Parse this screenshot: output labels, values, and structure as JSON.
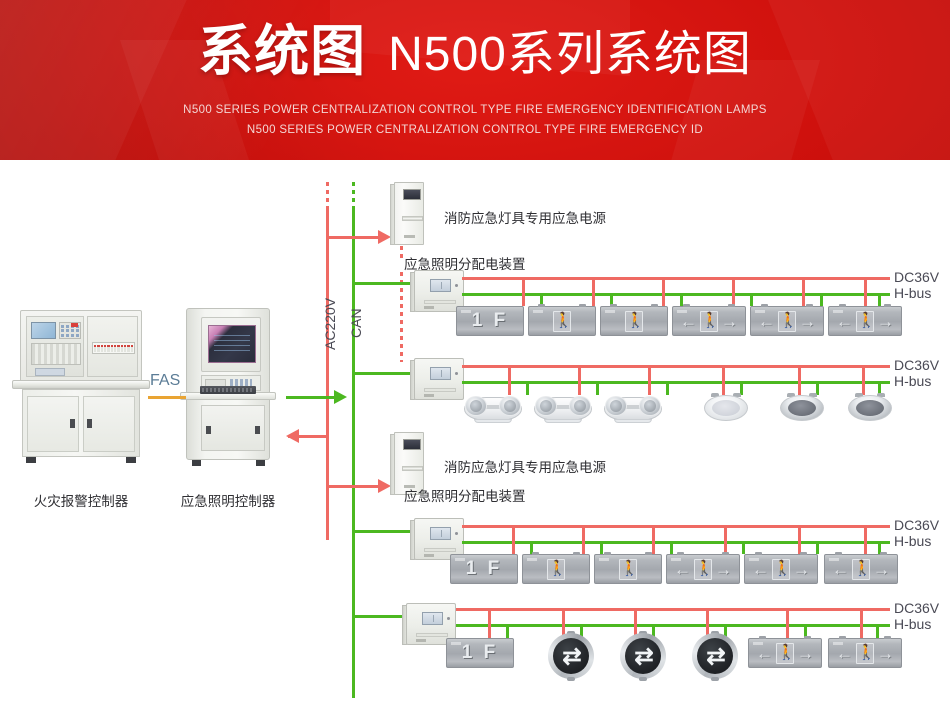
{
  "banner": {
    "title_main": "系统图",
    "title_sub": "N500系列系统图",
    "subtitle_line1": "N500 SERIES POWER CENTRALIZATION CONTROL TYPE FIRE EMERGENCY IDENTIFICATION LAMPS",
    "subtitle_line2": "N500 SERIES POWER CENTRALIZATION CONTROL TYPE FIRE EMERGENCY ID",
    "background_color": "#cf110d",
    "text_color": "#ffffff"
  },
  "colors": {
    "power_red": "#ef6a63",
    "bus_green": "#4cb820",
    "fas_orange": "#e9a433",
    "label_text": "#3e3e46",
    "fas_label": "#5b7c96"
  },
  "devices": {
    "fire_alarm_controller": "火灾报警控制器",
    "emergency_lighting_controller": "应急照明控制器",
    "power_supply": "消防应急灯具专用应急电源",
    "distribution_box": "应急照明分配电装置"
  },
  "bus_labels": {
    "ac220v": "AC220V",
    "can": "CAN",
    "fas": "FAS",
    "dc36v": "DC36V",
    "hbus": "H-bus"
  },
  "right_labels": [
    {
      "dc": "DC36V",
      "hb": "H-bus"
    },
    {
      "dc": "DC36V",
      "hb": "H-bus"
    },
    {
      "dc": "DC36V",
      "hb": "H-bus"
    },
    {
      "dc": "DC36V",
      "hb": "H-bus"
    }
  ],
  "lamp_rows": [
    {
      "row": 1,
      "type": "exit-signs",
      "lamps": [
        {
          "kind": "floor",
          "text": "1 F"
        },
        {
          "kind": "exit",
          "arrows": "none"
        },
        {
          "kind": "exit",
          "arrows": "none"
        },
        {
          "kind": "exit",
          "arrows": "both"
        },
        {
          "kind": "exit",
          "arrows": "both"
        },
        {
          "kind": "exit",
          "arrows": "both"
        }
      ]
    },
    {
      "row": 2,
      "type": "ceiling-lights",
      "lamps": [
        {
          "kind": "twin-head"
        },
        {
          "kind": "twin-head"
        },
        {
          "kind": "twin-head"
        },
        {
          "kind": "downlight-plain"
        },
        {
          "kind": "downlight-dark"
        },
        {
          "kind": "downlight-dark"
        }
      ]
    },
    {
      "row": 3,
      "type": "exit-signs",
      "lamps": [
        {
          "kind": "floor",
          "text": "1 F"
        },
        {
          "kind": "exit",
          "arrows": "none"
        },
        {
          "kind": "exit",
          "arrows": "none"
        },
        {
          "kind": "exit",
          "arrows": "both"
        },
        {
          "kind": "exit",
          "arrows": "both"
        },
        {
          "kind": "exit",
          "arrows": "both"
        }
      ]
    },
    {
      "row": 4,
      "type": "mixed",
      "lamps": [
        {
          "kind": "floor",
          "text": "1 F"
        },
        {
          "kind": "circular",
          "glyph": "⇄"
        },
        {
          "kind": "circular",
          "glyph": "⇄"
        },
        {
          "kind": "circular",
          "glyph": "⇄"
        },
        {
          "kind": "exit",
          "arrows": "both"
        },
        {
          "kind": "exit",
          "arrows": "both"
        }
      ]
    }
  ],
  "arrow_glyphs": {
    "left": "←",
    "right": "→",
    "bidirectional": "⇄"
  }
}
